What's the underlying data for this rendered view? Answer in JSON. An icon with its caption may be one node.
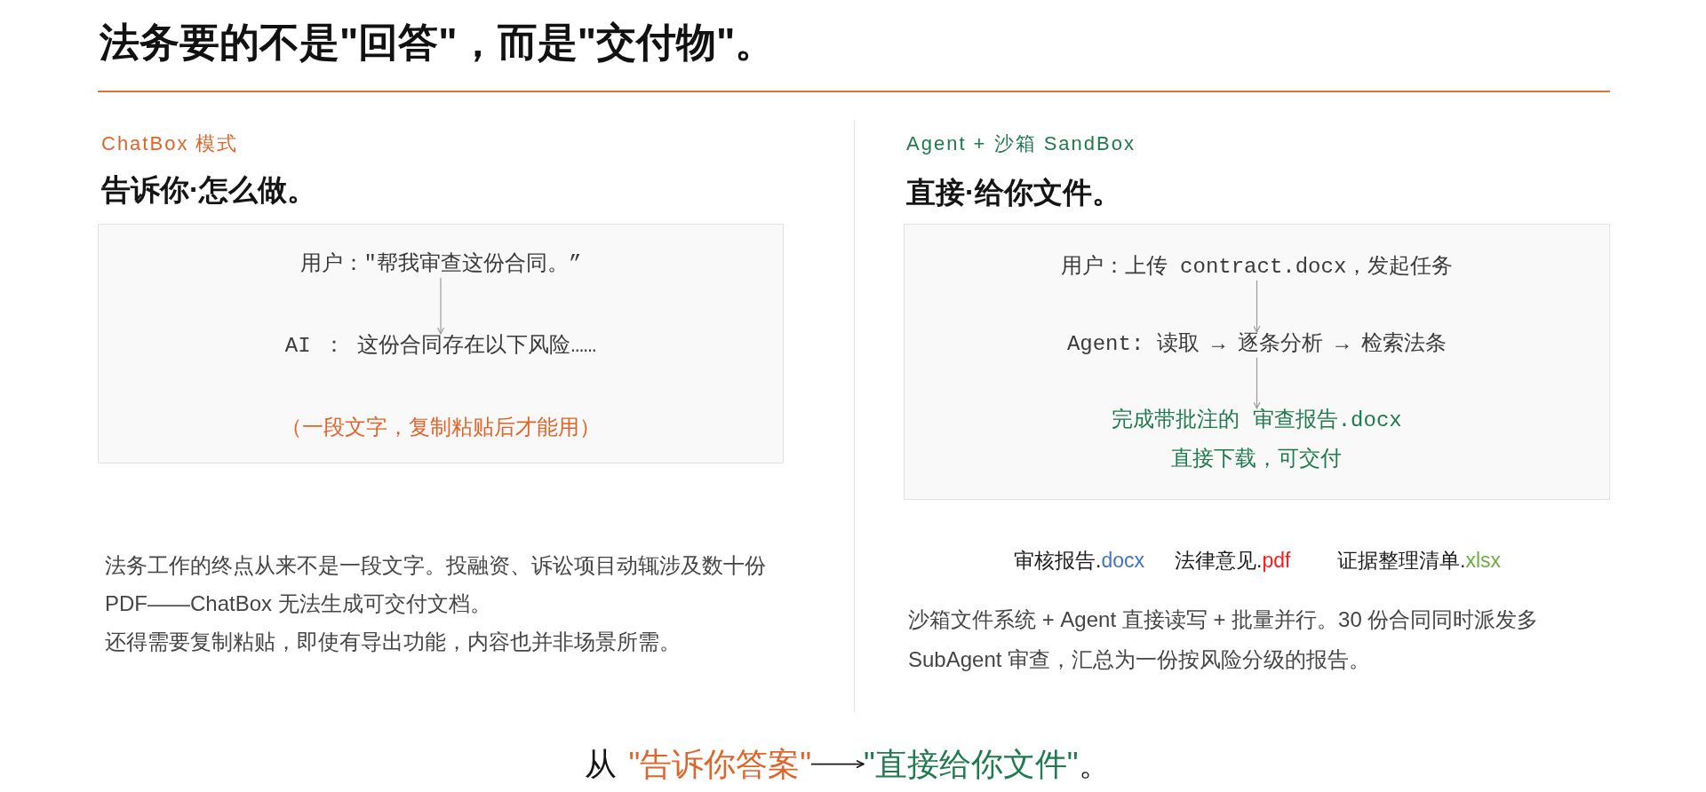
{
  "diagram": {
    "title": "法务要的不是\"回答\"，而是\"交付物\"。",
    "nodes": [
      {
        "text": [
          "（一段文字，复制粘贴后才能用）"
        ]
      },
      {
        "text": [
          "用户：\"帮我审查这份合同。”"
        ],
        "in": 0
      },
      {
        "text": [
          "AI ： 这份合同存在以下风险……"
        ],
        "in": 0
      },
      {
        "text": [],
        "shape": "box"
      },
      {
        "text": [
          "用户：上传 contract.docx，发起任务"
        ],
        "in": 3
      },
      {
        "text": [
          "Agent: 读取 → 逐条分析 → 检索法条"
        ],
        "in": 3
      },
      {
        "text": [
          "完成带批注的 审查报告.docx",
          "直接下载，可交付"
        ],
        "in": 3
      },
      {
        "text": [
          "\"告诉你答案\""
        ]
      },
      {
        "text": [
          "\"直接给你文件\""
        ]
      }
    ],
    "edges": [
      {
        "from": 1,
        "to": 2,
        "arrow": "to"
      },
      {
        "from": 4,
        "to": 5,
        "arrow": "to"
      },
      {
        "from": 5,
        "to": 6,
        "arrow": "to"
      },
      {
        "from": 7,
        "to": 8,
        "arrow": "to",
        "color": "#1a1a1a"
      }
    ],
    "labels": [
      "ChatBox 模式",
      "告诉你·怎么做。",
      "法务工作的终点从来不是一段文字。投融资、诉讼项目动辄涉及数十份PDF——ChatBox 无法生成可交付文档。",
      "还得需要复制粘贴，即使有导出功能，内容也并非场景所需。",
      "Agent + 沙箱 SandBox",
      "直接·给你文件。",
      "审核报告.docx",
      "法律意见.pdf",
      "证据整理清单.xlsx",
      "沙箱文件系统 + Agent 直接读写 + 批量并行。30 份合同同时派发多SubAgent 审查，汇总为一份按风险分级的报告。",
      "从",
      "。"
    ]
  }
}
